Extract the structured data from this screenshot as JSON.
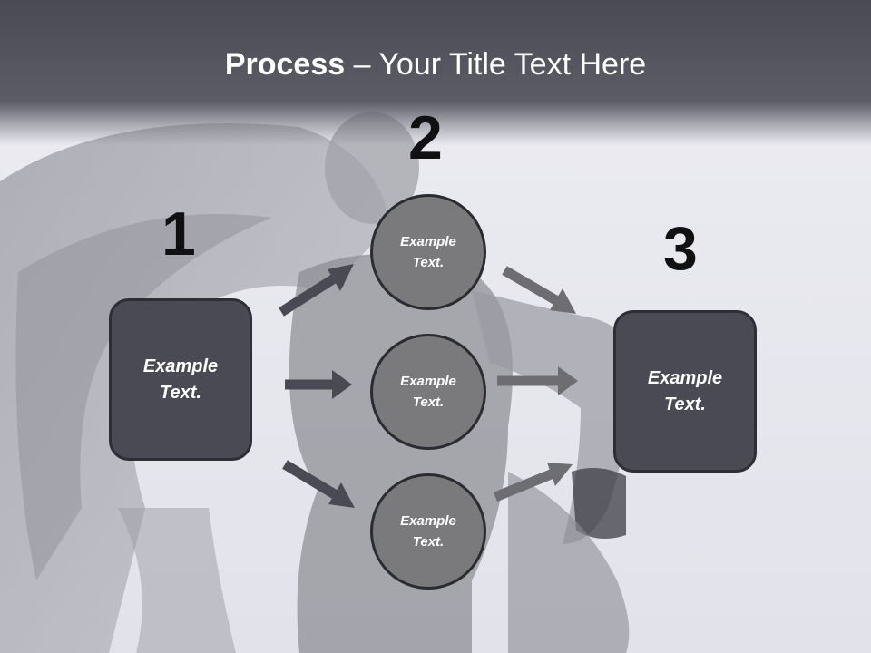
{
  "title": {
    "bold": "Process",
    "rest": " – Your Title Text Here"
  },
  "steps": {
    "n1": "1",
    "n2": "2",
    "n3": "3"
  },
  "left_box": {
    "line1": "Example",
    "line2": "Text."
  },
  "right_box": {
    "line1": "Example",
    "line2": "Text."
  },
  "circles": [
    {
      "line1": "Example",
      "line2": "Text."
    },
    {
      "line1": "Example",
      "line2": "Text."
    },
    {
      "line1": "Example",
      "line2": "Text."
    }
  ],
  "colors": {
    "header": "#4a4a55",
    "box": "#4a4a55",
    "circle": "#7a7a7d",
    "arrow_dark": "#4a4a55",
    "arrow_light": "#6e6e72"
  }
}
